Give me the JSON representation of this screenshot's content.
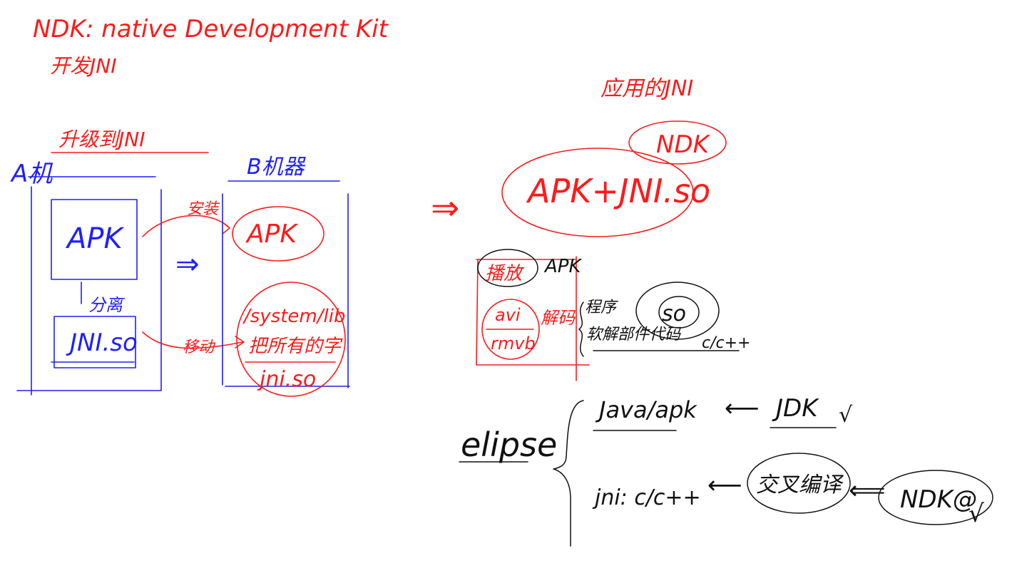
{
  "colors": {
    "red_ink": "#ff1a1a",
    "blue_ink": "#1f1fff",
    "black_ink": "#111111",
    "background": "#ffffff"
  },
  "header": {
    "line1": "NDK: native Development Kit",
    "line2": "开发JNI"
  },
  "left_section": {
    "title": "升级到JNI",
    "machine_a_label": "A机",
    "machine_b_label": "B机器",
    "apk_a": "APK",
    "so_a": "JNI.so",
    "split_label": "分离",
    "install_label": "安装",
    "transfer_label": "移动",
    "implies": "⇒",
    "apk_b": "APK",
    "system_lib": "/system/lib",
    "so_b_garbled": "把所有的字",
    "so_b": "jni.so"
  },
  "right_section": {
    "implies": "⇒",
    "title": "应用的JNI",
    "ndk_bubble": "NDK",
    "apk_bundle": "APK+JNI.so",
    "player_label": "播放",
    "player_apk": "APK",
    "formats": [
      "avi",
      "rmvb"
    ],
    "decode_label": "解码",
    "notes": [
      "程序",
      "软解部件代码"
    ],
    "so_label": "so",
    "lang_label": "c/c++"
  },
  "bottom_section": {
    "ide": "elipse",
    "row1_left": "Java/apk",
    "row1_arrow": "⟵",
    "row1_right": "JDK",
    "row1_check": "√",
    "row2_left": "jni: c/c++",
    "row2_arrow": "⟵",
    "row2_middle": "交叉编译",
    "row2_arrow2": "⟸",
    "row2_right": "NDK@",
    "row2_check": "√"
  }
}
